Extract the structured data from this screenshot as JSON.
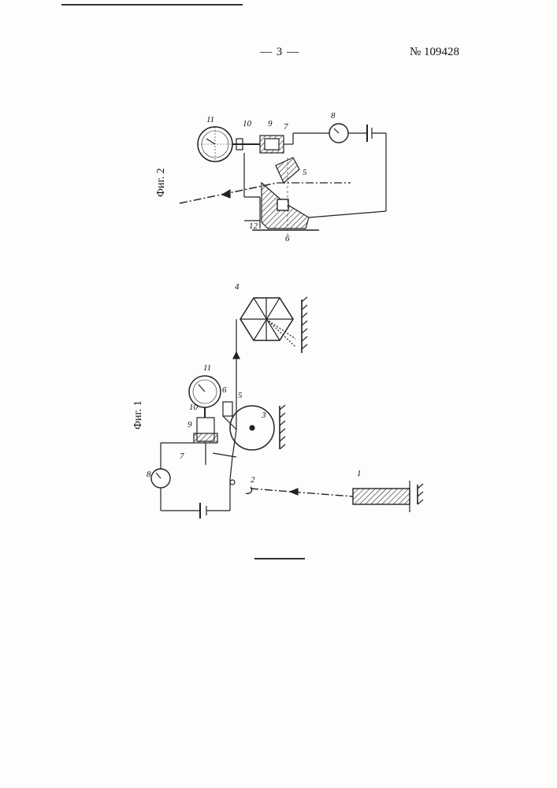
{
  "header": {
    "page_number": "— 3 —",
    "patent_number": "№ 109428"
  },
  "figures": [
    {
      "label": "Фиг. 1",
      "reference_numerals": [
        "1",
        "2",
        "3",
        "4",
        "5",
        "6",
        "7",
        "8",
        "9",
        "10",
        "11"
      ]
    },
    {
      "label": "Фиг. 2",
      "reference_numerals": [
        "5",
        "6",
        "7",
        "8",
        "9",
        "10",
        "11",
        "12"
      ]
    }
  ]
}
